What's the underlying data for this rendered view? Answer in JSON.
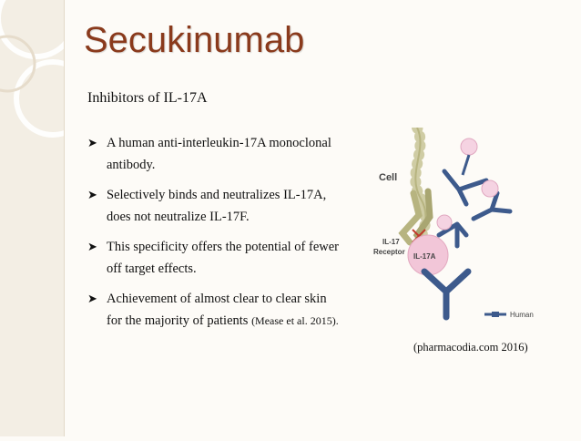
{
  "slide": {
    "title": "Secukinumab",
    "subtitle": "Inhibitors of IL-17A",
    "bullets": [
      {
        "text": "A human anti-interleukin-17A monoclonal antibody."
      },
      {
        "text": "Selectively binds and neutralizes IL-17A, does not neutralize IL-17F."
      },
      {
        "text": "This specificity offers the potential of fewer off target effects."
      },
      {
        "text": "Achievement of almost clear to clear skin for the majority of patients ",
        "citation": "(Mease et al. 2015)."
      }
    ],
    "figure": {
      "cell_label": "Cell",
      "receptor_label_line1": "IL-17",
      "receptor_label_line2": "Receptor",
      "cytokine_label": "IL-17A",
      "legend_label": "Human"
    },
    "caption": "(pharmacodia.com 2016)"
  },
  "colors": {
    "title": "#8a3a1c",
    "antibody": "#3d5a8c",
    "cytokine": "#f2c6d8",
    "receptor": "#b7b480",
    "inhibit_mark": "#c0392b"
  }
}
